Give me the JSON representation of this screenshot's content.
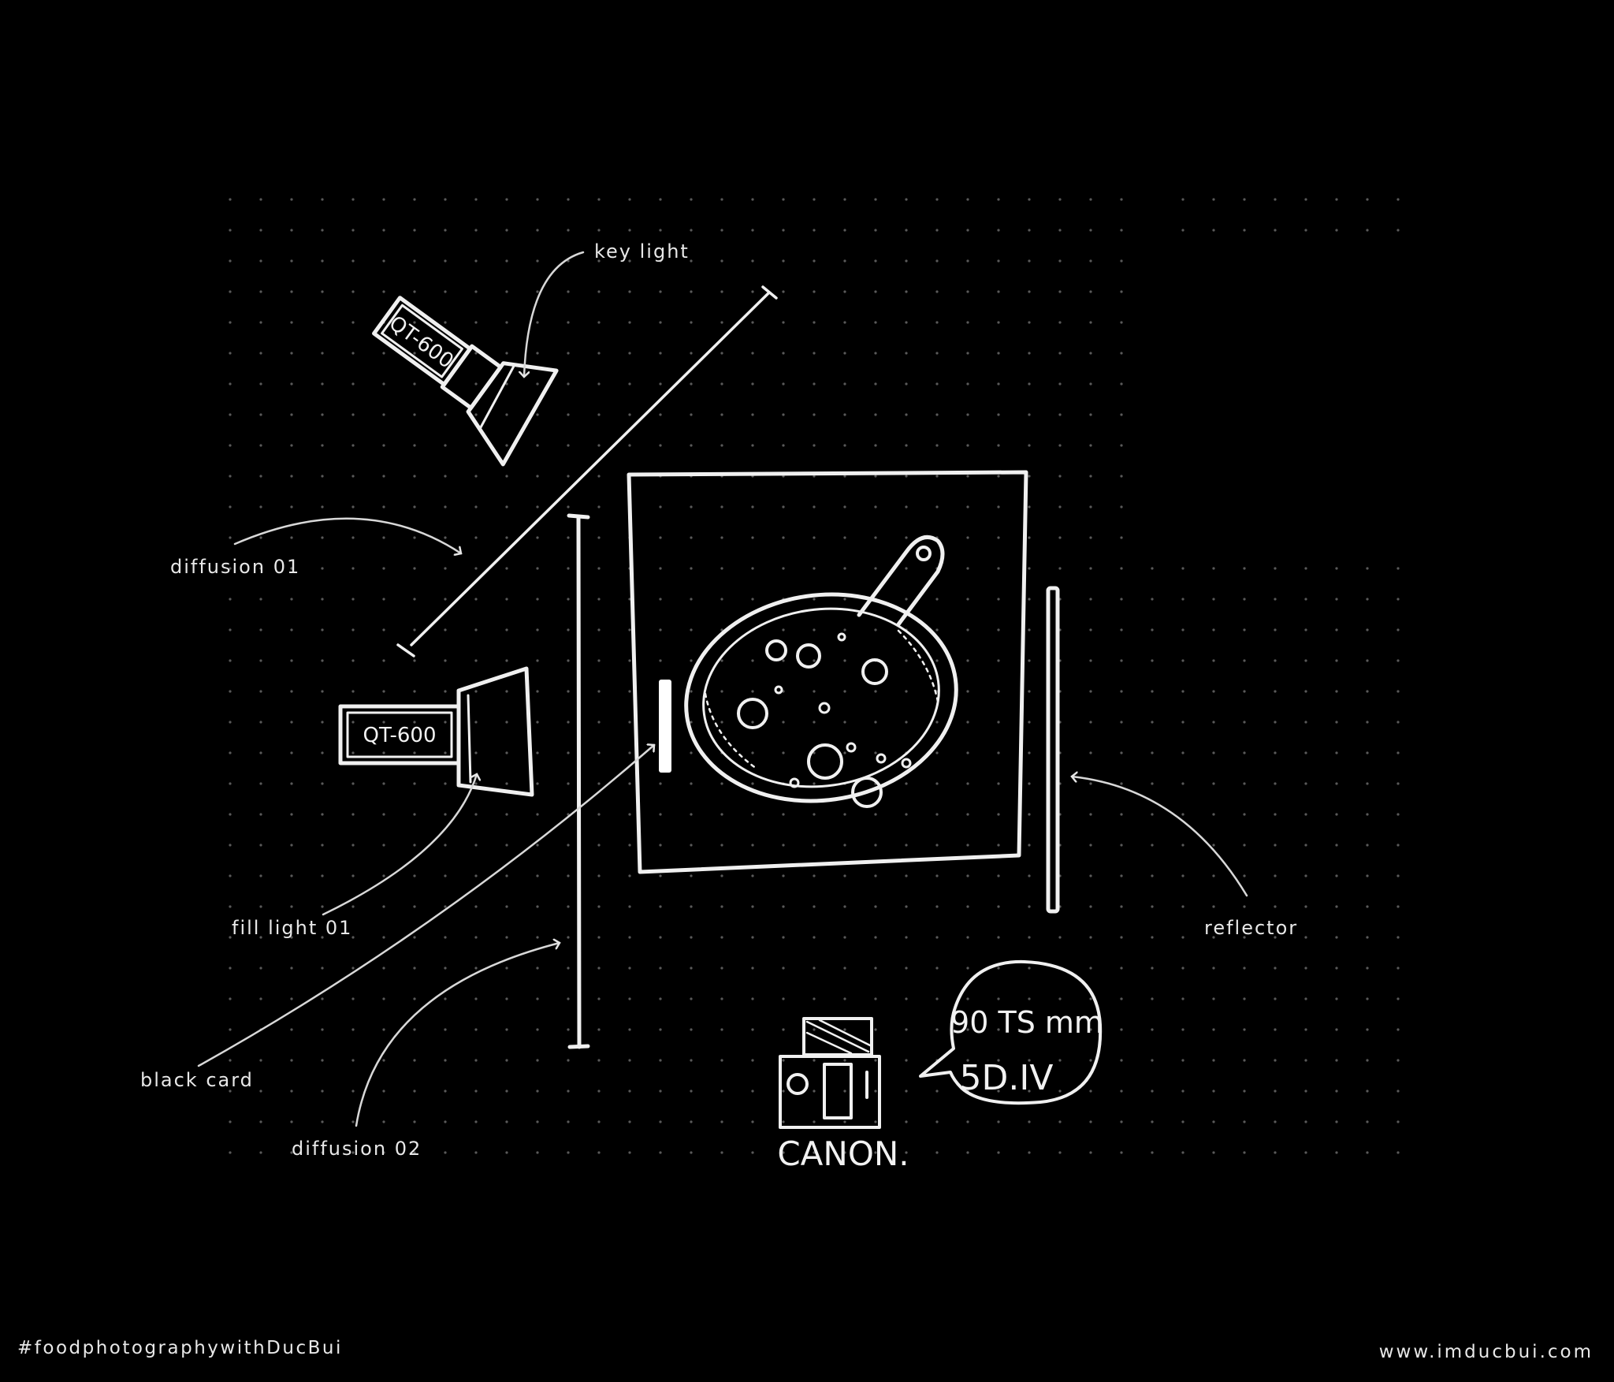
{
  "labels": {
    "key_light": "key light",
    "diffusion_01": "diffusion 01",
    "fill_light_01": "fill light 01",
    "black_card": "black card",
    "diffusion_02": "diffusion 02",
    "reflector": "reflector"
  },
  "light_models": {
    "key": "QT-600",
    "fill": "QT-600"
  },
  "camera": {
    "brand": "CANON.",
    "lens": "90 TS mm",
    "body": "5D.IV"
  },
  "footer": {
    "hashtag": "#foodphotographywithDucBui",
    "website": "www.imducbui.com"
  },
  "colors": {
    "background": "#000000",
    "ink": "#f0f0f0",
    "dots": "#5a5a5a"
  }
}
